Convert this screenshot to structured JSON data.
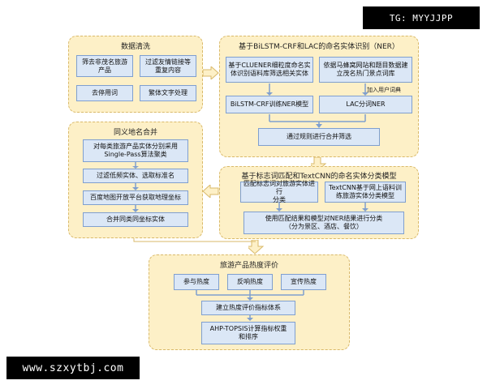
{
  "watermark": {
    "top": "TG: MYYJJPP",
    "bottom": "www.szxytbj.com"
  },
  "data_cleaning": {
    "title": "数据清洗",
    "items": [
      "筛去非茂名旅游\n产品",
      "过滤友情链接等\n重复内容",
      "去停用词",
      "繁体文字处理"
    ]
  },
  "ner": {
    "title": "基于BiLSTM-CRF和LAC的命名实体识别（NER）",
    "left_top": "基于CLUENER细粒度命名实\n体识别语料库筛选相关实体",
    "left_bottom": "BiLSTM-CRF训练NER模型",
    "right_top": "依据马蜂窝网站和题目数据建\n立茂名热门景点词库",
    "right_note": "加入用户词典",
    "right_bottom": "LAC分词NER",
    "merge": "通过规则进行合并筛选"
  },
  "synonym": {
    "title": "同义地名合并",
    "items": [
      "对每类旅游产品实体分别采用\nSingle-Pass算法聚类",
      "过滤低频实体、选取标准名",
      "百度地图开放平台获取地理坐标",
      "合并同类同坐标实体"
    ]
  },
  "classify": {
    "title": "基于标志词匹配和TextCNN的命名实体分类模型",
    "left": "匹配标志词对旅游实体进行\n分类",
    "right": "TextCNN基于网上语料训\n练旅游实体分类模型",
    "bottom": "使用匹配结果和模型对NER结果进行分类\n（分为景区、酒店、餐饮）"
  },
  "heat": {
    "title": "旅游产品热度评价",
    "items": [
      "参与热度",
      "反响热度",
      "宣传热度"
    ],
    "system": "建立热度评价指标体系",
    "ahp": "AHP-TOPSIS计算指标权重\n和排序"
  }
}
